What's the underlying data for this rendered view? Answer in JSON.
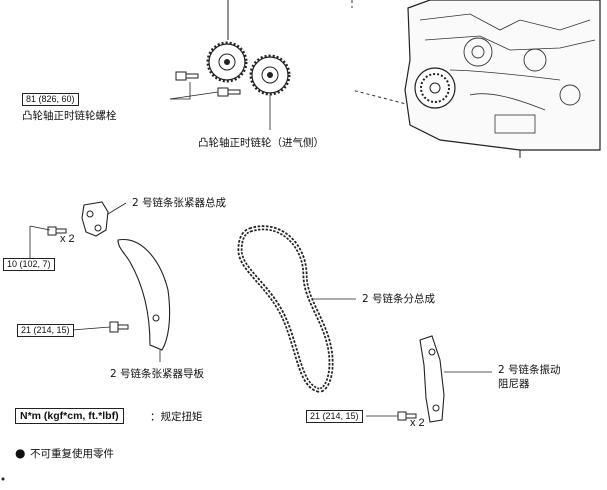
{
  "torque_specs": {
    "camshaft_bolt": "81 (826, 60)",
    "tensioner_bolt": "10 (102, 7)",
    "guide_bolt": "21 (214, 15)",
    "damper_bolt": "21 (214, 15)"
  },
  "labels": {
    "camshaft_timing_bolt": "凸轮轴正时链轮螺栓",
    "camshaft_timing_sprocket": "凸轮轴正时链轮（进气侧）",
    "no2_tensioner_assy": "2 号链条张紧器总成",
    "no2_tensioner_slipper": "2 号链条张紧器导板",
    "no2_chain_subassy": "2 号链条分总成",
    "no2_vibration_damper_line1": "2 号链条振动",
    "no2_vibration_damper_line2": "阻尼器"
  },
  "multipliers": {
    "tensioner_qty": "x 2",
    "damper_qty": "x 2"
  },
  "legend": {
    "torque_unit": "N*m (kgf*cm, ft.*lbf)",
    "torque_desc": "：规定扭矩",
    "non_reusable_symbol": "●",
    "non_reusable_desc": "不可重复使用零件"
  }
}
